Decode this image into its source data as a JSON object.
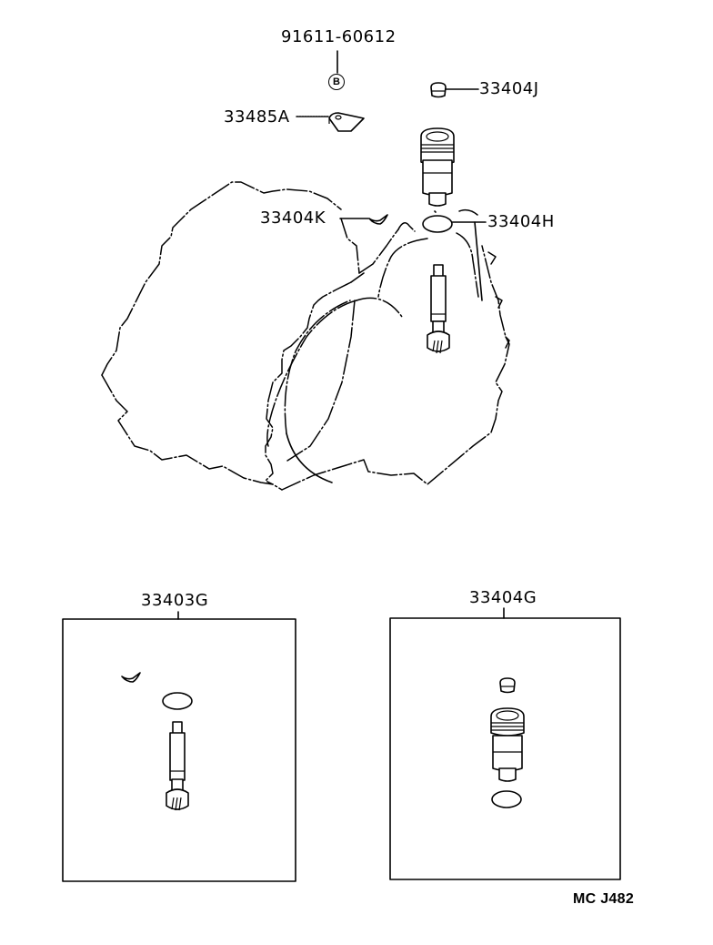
{
  "diagram": {
    "type": "exploded parts diagram",
    "subject": "transmission housing with speedometer driven gear assembly",
    "callouts": [
      {
        "id": "bolt",
        "part_number": "91611-60612"
      },
      {
        "id": "bolt-symbol",
        "part_number": "B"
      },
      {
        "id": "plug",
        "part_number": "33404J"
      },
      {
        "id": "plate",
        "part_number": "33485A"
      },
      {
        "id": "clip",
        "part_number": "33404K"
      },
      {
        "id": "o-ring",
        "part_number": "33404H"
      }
    ],
    "kits": [
      {
        "id": "gear-kit",
        "part_number": "33403G",
        "contents": [
          "clip",
          "o-ring",
          "driven gear shaft"
        ]
      },
      {
        "id": "sleeve-kit",
        "part_number": "33404G",
        "contents": [
          "plug",
          "sleeve",
          "o-ring"
        ]
      }
    ],
    "figure_code": "MC J482"
  }
}
